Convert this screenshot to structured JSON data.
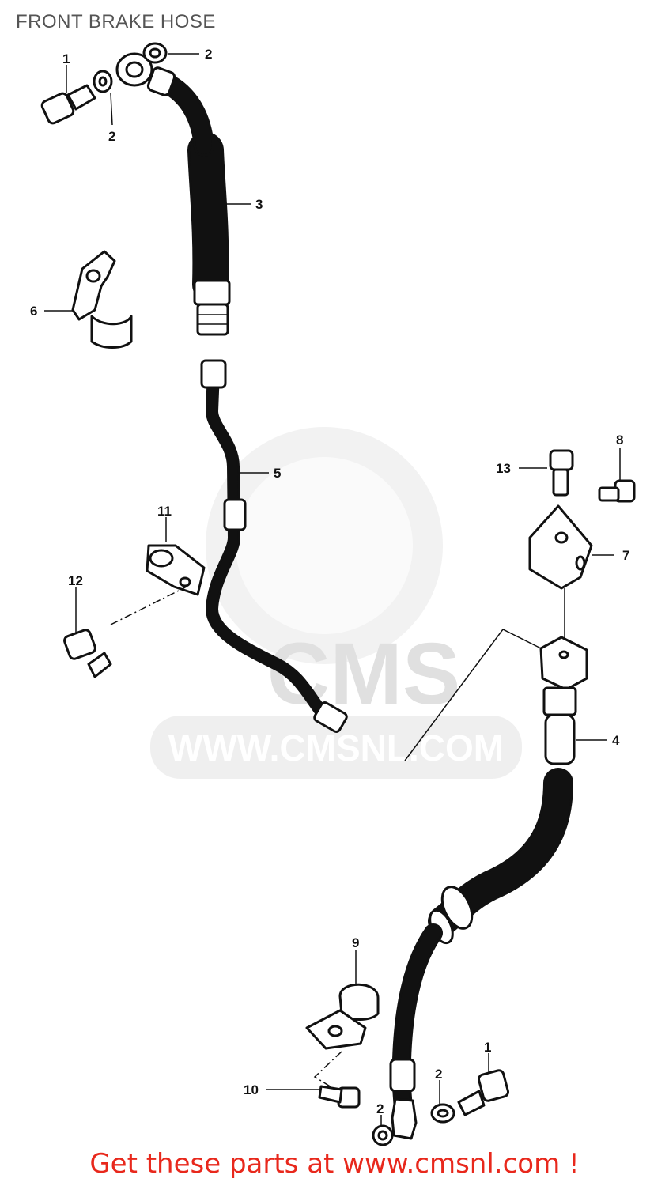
{
  "title": "FRONT BRAKE HOSE",
  "watermark": {
    "brand": "CMS",
    "url": "WWW.CMSNL.COM"
  },
  "callouts": {
    "bolt_top": "1",
    "washer_top_right": "2",
    "washer_top_left": "2",
    "upper_hose": "3",
    "lower_hose": "4",
    "brake_pipe": "5",
    "clamp_upper": "6",
    "bracket_right": "7",
    "bolt_right": "8",
    "clamp_lower": "9",
    "bolt_lower": "10",
    "clamp_middle": "11",
    "bolt_middle": "12",
    "bolt_bracket": "13",
    "washer_bottom_right": "2",
    "washer_bottom_left": "2",
    "bolt_bottom": "1"
  },
  "footer": "Get these parts at www.cmsnl.com !",
  "colors": {
    "footer": "#e8281c",
    "title": "#555555",
    "watermark": "#e8e8e8"
  }
}
